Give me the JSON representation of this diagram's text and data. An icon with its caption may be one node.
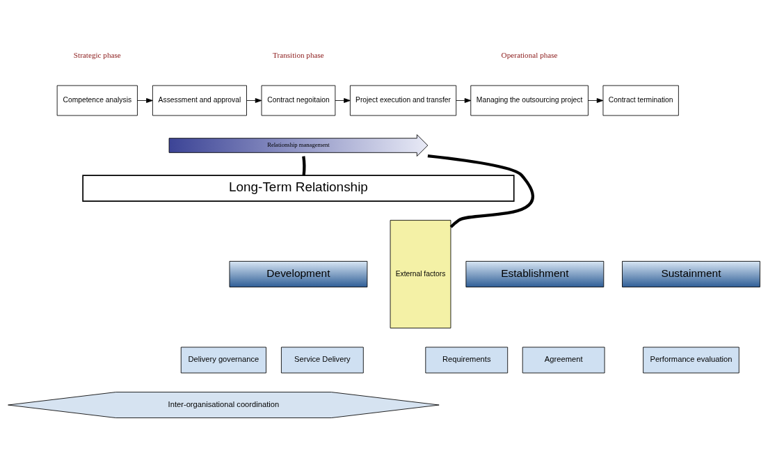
{
  "diagram": {
    "nodes": [
      {
        "text": [
          "Competence analysis"
        ]
      },
      {
        "text": [
          "Assessment and approval"
        ]
      },
      {
        "text": [
          "Contract negoitaion"
        ]
      },
      {
        "text": [
          "Project execution and transfer"
        ]
      },
      {
        "text": [
          "Managing the outsourcing project"
        ]
      },
      {
        "text": [
          "Contract termination"
        ]
      },
      {
        "text": [
          "Relationship management"
        ]
      },
      {
        "text": [
          "Long-Term Relationship"
        ]
      },
      {
        "text": [
          "Establishment"
        ]
      },
      {
        "text": [
          "Development"
        ]
      },
      {
        "text": [
          "Sustainment"
        ]
      },
      {
        "text": [
          "Requirements"
        ]
      },
      {
        "text": [
          "Agreement"
        ]
      },
      {
        "text": [
          "Delivery governance"
        ]
      },
      {
        "text": [
          "Service Delivery"
        ]
      },
      {
        "text": [
          "Performance evaluation"
        ]
      },
      {
        "text": [
          "External factors"
        ]
      },
      {
        "text": [
          "Inter-organisational coordination"
        ]
      }
    ],
    "edges": [
      {
        "from": 0,
        "to": 1,
        "arrow": "to"
      },
      {
        "from": 1,
        "to": 2,
        "arrow": "to"
      },
      {
        "from": 2,
        "to": 3,
        "arrow": "to"
      },
      {
        "from": 3,
        "to": 4,
        "arrow": "to"
      },
      {
        "from": 4,
        "to": 5,
        "arrow": "to"
      },
      {
        "from": 6,
        "to": 16,
        "arrow": "none",
        "style": "thick"
      },
      {
        "from": 6,
        "to": 7,
        "arrow": "none",
        "style": "thick"
      }
    ],
    "labels": [
      "Strategic phase",
      "Transition phase",
      "Operational phase"
    ]
  }
}
